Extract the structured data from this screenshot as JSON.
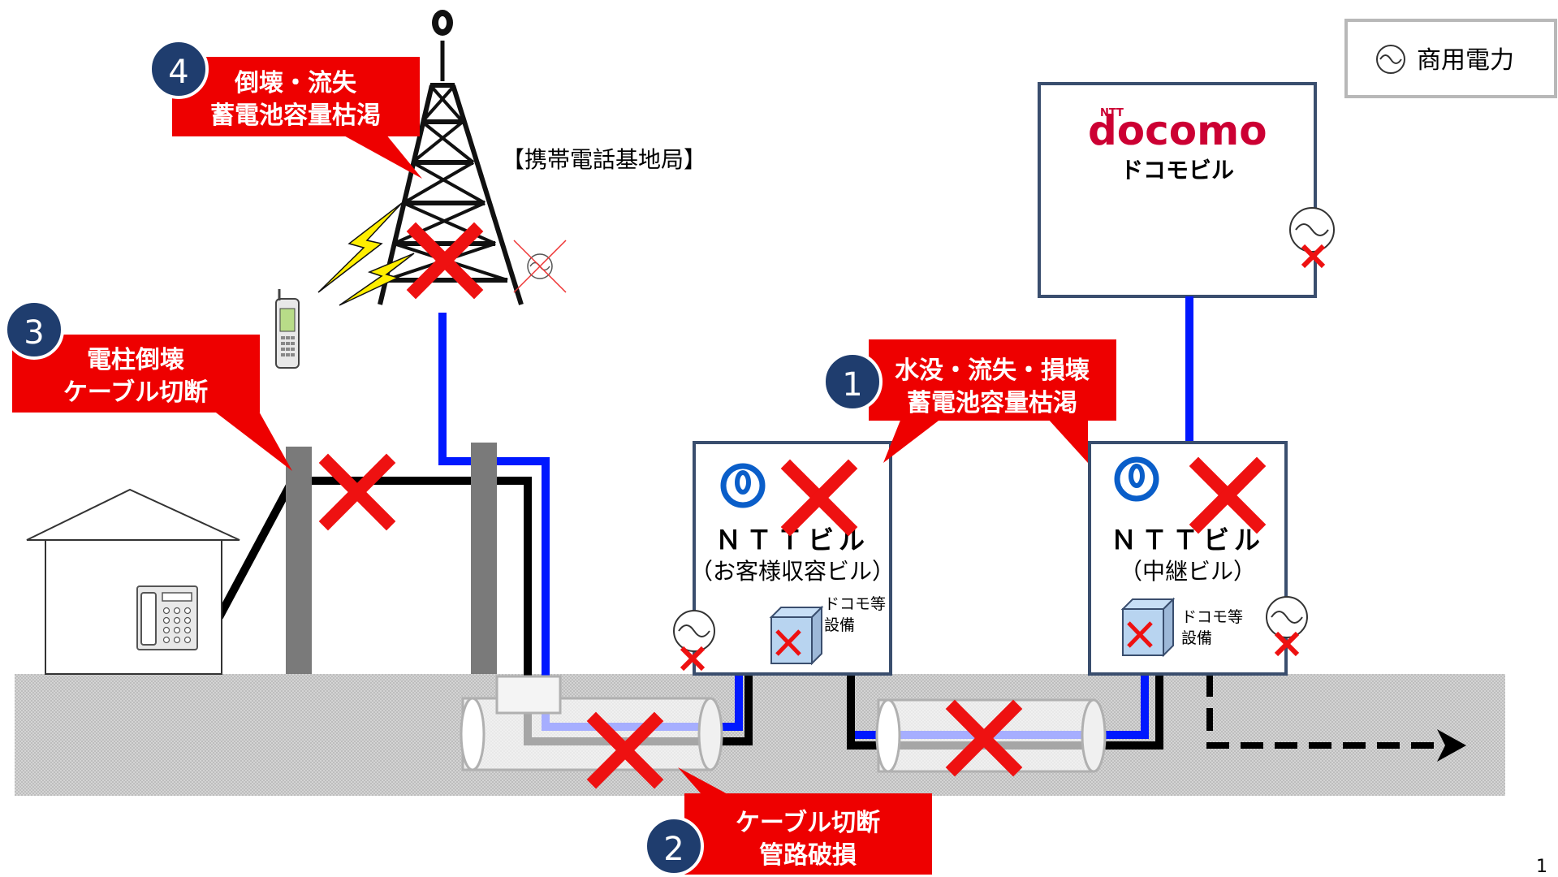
{
  "legend": {
    "label": "商用電力"
  },
  "docomo_building": {
    "logo_small": "NTT",
    "logo": "docomo",
    "name": "ドコモビル"
  },
  "tower": {
    "label": "【携帯電話基地局】"
  },
  "ntt_building_customer": {
    "name": "ＮＴＴビル",
    "sub": "（お客様収容ビル）",
    "equipment_line1": "ドコモ等",
    "equipment_line2": "設備"
  },
  "ntt_building_relay": {
    "name": "ＮＴＴビル",
    "sub": "（中継ビル）",
    "equipment_line1": "ドコモ等",
    "equipment_line2": "設備"
  },
  "callouts": [
    {
      "number": "1",
      "line1": "水没・流失・損壊",
      "line2": "蓄電池容量枯渇"
    },
    {
      "number": "2",
      "line1": "ケーブル切断",
      "line2": "管路破損"
    },
    {
      "number": "3",
      "line1": "電柱倒壊",
      "line2": "ケーブル切断"
    },
    {
      "number": "4",
      "line1": "倒壊・流失",
      "line2": "蓄電池容量枯渇"
    }
  ],
  "page_number": "1",
  "colors": {
    "callout_red": "#ee0000",
    "badge_navy": "#1f3d6e",
    "cable_blue": "#0018ff",
    "ground_gray": "#c8c8c8",
    "cross_red": "#ee1111"
  }
}
